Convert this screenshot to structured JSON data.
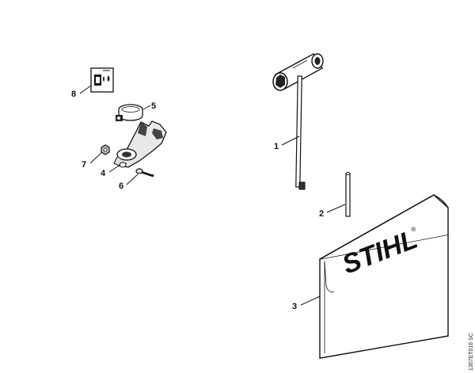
{
  "diagram": {
    "callouts": [
      "1",
      "2",
      "3",
      "4",
      "5",
      "6",
      "7",
      "8"
    ],
    "logo_text": "STIHL",
    "logo_mark": "®",
    "reference_code": "1307ET016 SC"
  }
}
